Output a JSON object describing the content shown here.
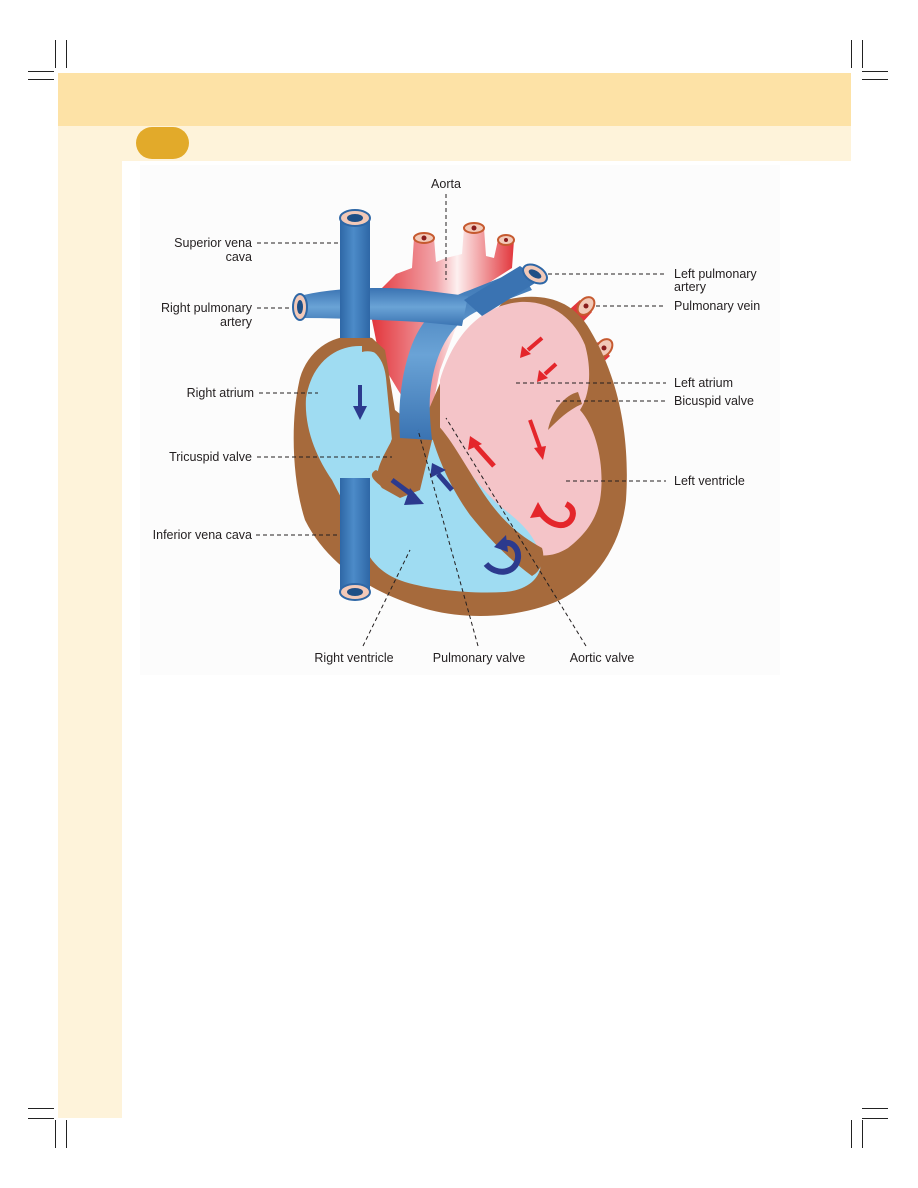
{
  "diagram": {
    "labels": {
      "aorta": "Aorta",
      "superior_vena_cava_1": "Superior vena",
      "superior_vena_cava_2": "cava",
      "right_pulmonary_artery_1": "Right pulmonary",
      "right_pulmonary_artery_2": "artery",
      "right_atrium": "Right atrium",
      "tricuspid_valve": "Tricuspid valve",
      "inferior_vena_cava": "Inferior vena cava",
      "left_pulmonary_artery_1": "Left pulmonary",
      "left_pulmonary_artery_2": "artery",
      "pulmonary_vein": "Pulmonary vein",
      "left_atrium": "Left atrium",
      "bicuspid_valve": "Bicuspid valve",
      "left_ventricle": "Left ventricle",
      "right_ventricle": "Right ventricle",
      "pulmonary_valve": "Pulmonary valve",
      "aortic_valve": "Aortic valve"
    },
    "colors": {
      "heart_wall": "#a66a3c",
      "deoxygenated_blood": "#9fdcf2",
      "oxygenated_blood": "#f4c4c8",
      "vein_blue": "#3c78b4",
      "artery_red": "#e2363c",
      "arrow_blue": "#2c3a8e",
      "arrow_red": "#e4262b"
    }
  }
}
